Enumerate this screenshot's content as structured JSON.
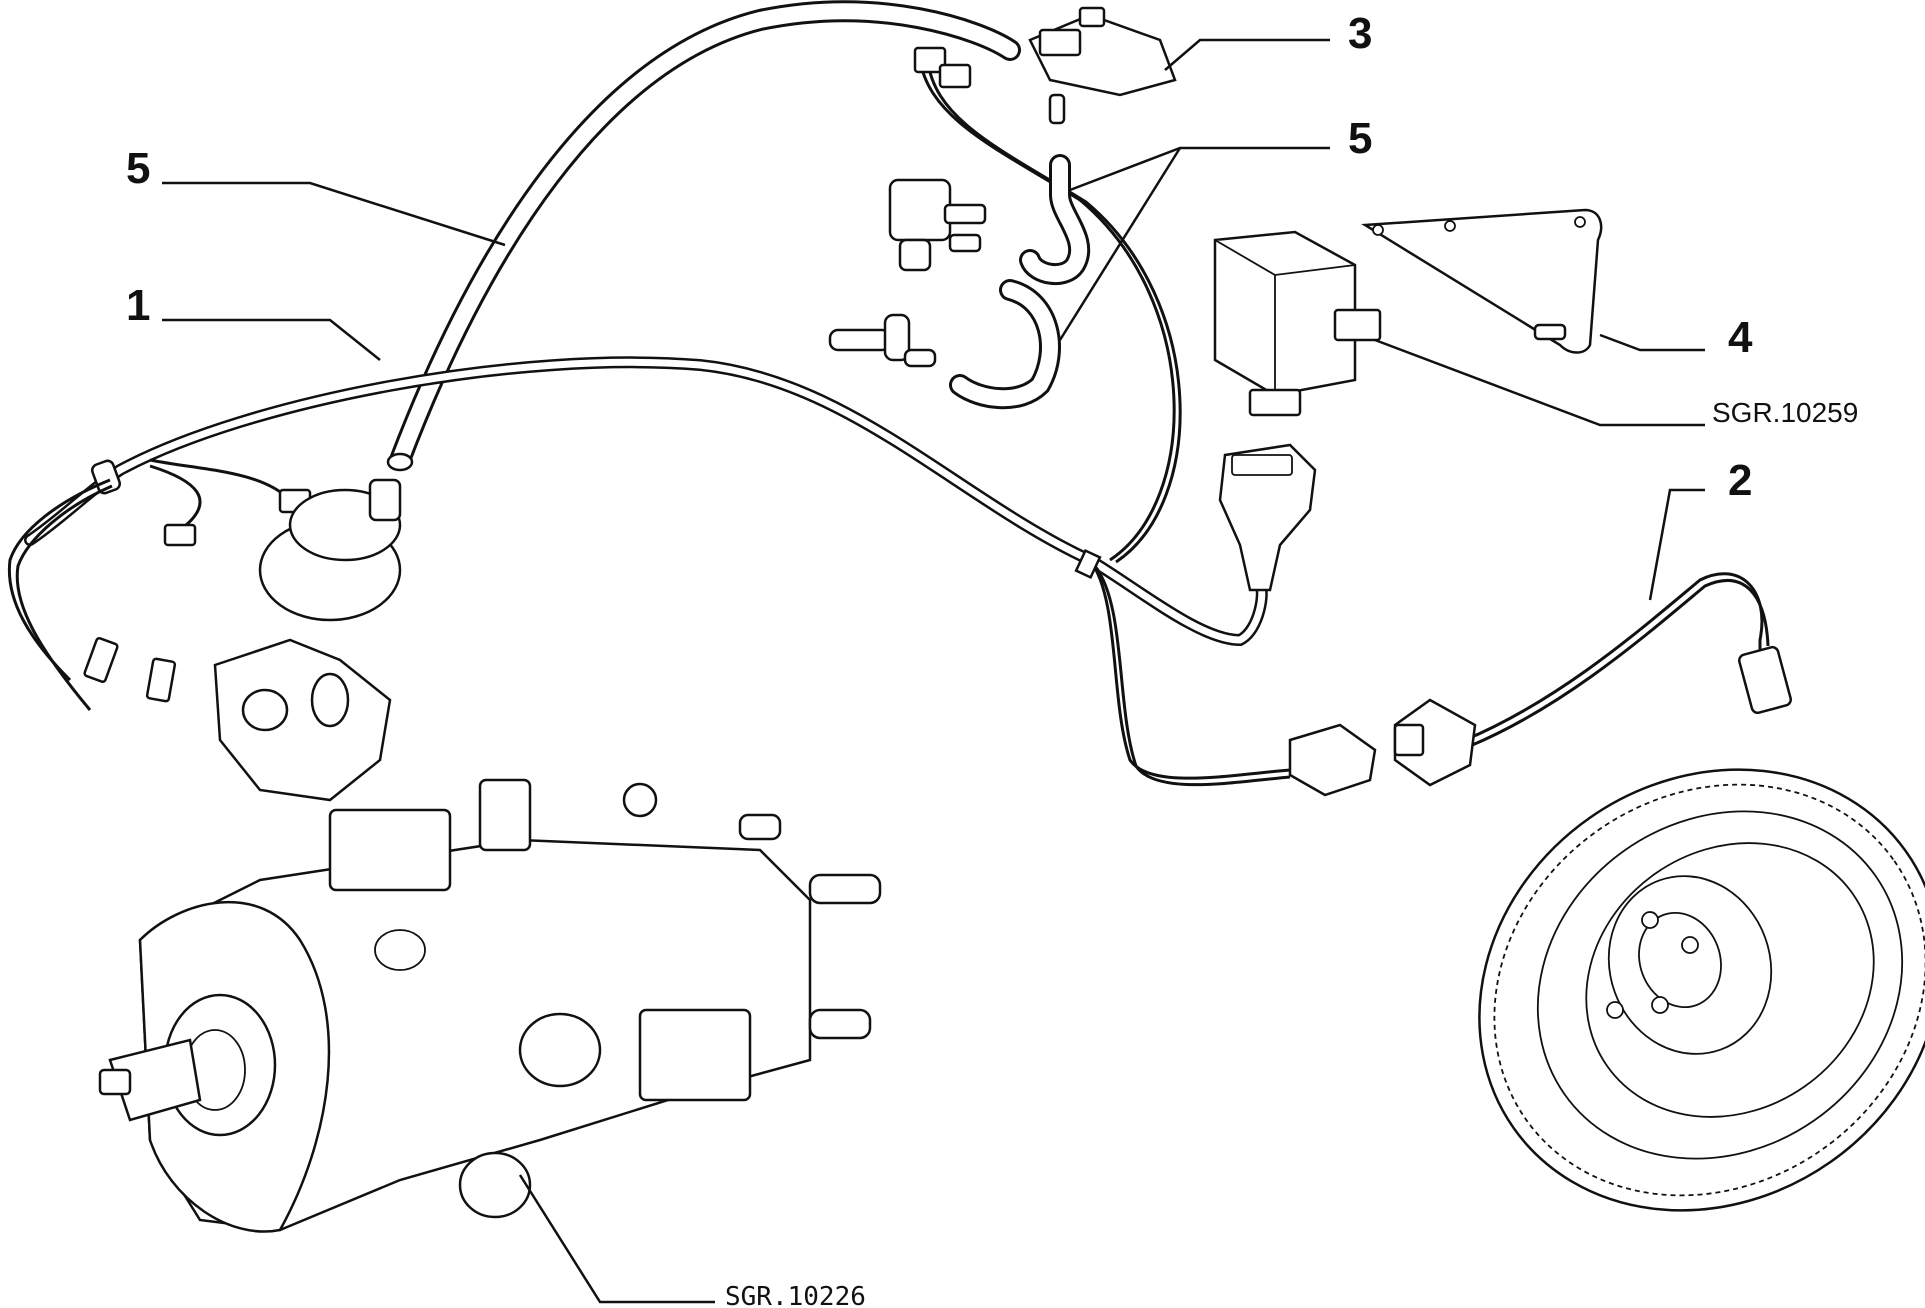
{
  "diagram": {
    "callouts": {
      "c1": "1",
      "c2": "2",
      "c3": "3",
      "c4": "4",
      "c5a": "5",
      "c5b": "5"
    },
    "references": {
      "ref_top": "SGR.10259",
      "ref_bottom": "SGR.10226"
    }
  }
}
